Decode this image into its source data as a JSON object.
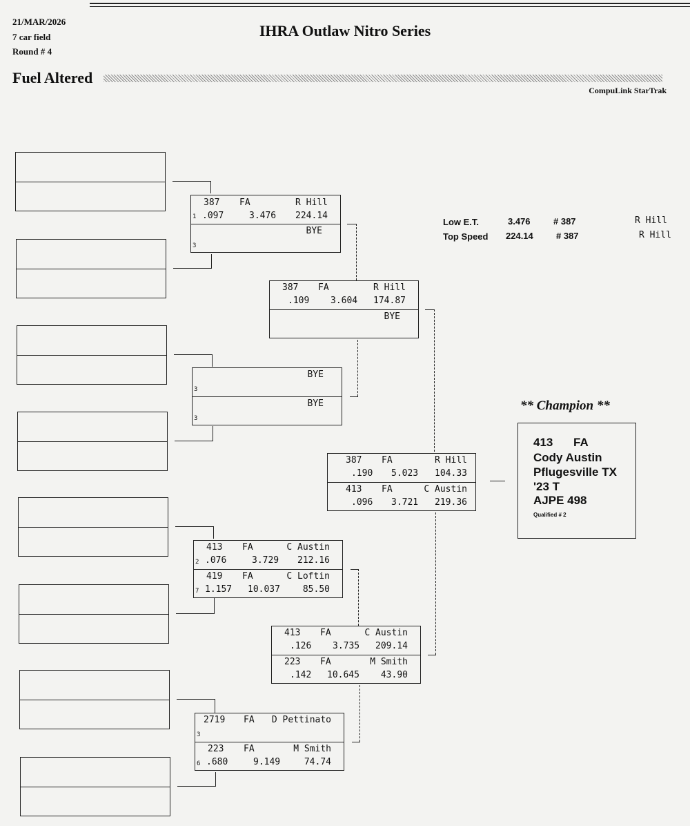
{
  "header": {
    "date": "21/MAR/2026",
    "field": "7 car field",
    "round": "Round # 4",
    "title": "IHRA Outlaw Nitro Series",
    "class_name": "Fuel Altered",
    "software": "CompuLink StarTrak"
  },
  "round2": [
    {
      "top": {
        "num": "387",
        "cls": "FA",
        "name": "R Hill",
        "seed": "1",
        "rt": ".097",
        "et": "3.476",
        "mph": "224.14"
      },
      "bottom": {
        "num": "",
        "cls": "",
        "name": "BYE",
        "seed": "3",
        "rt": "",
        "et": "",
        "mph": ""
      }
    },
    {
      "top": {
        "num": "",
        "cls": "",
        "name": "BYE",
        "seed": "3",
        "rt": "",
        "et": "",
        "mph": ""
      },
      "bottom": {
        "num": "",
        "cls": "",
        "name": "BYE",
        "seed": "3",
        "rt": "",
        "et": "",
        "mph": ""
      }
    },
    {
      "top": {
        "num": "413",
        "cls": "FA",
        "name": "C Austin",
        "seed": "2",
        "rt": ".076",
        "et": "3.729",
        "mph": "212.16"
      },
      "bottom": {
        "num": "419",
        "cls": "FA",
        "name": "C Loftin",
        "seed": "7",
        "rt": "1.157",
        "et": "10.037",
        "mph": "85.50"
      }
    },
    {
      "top": {
        "num": "2719",
        "cls": "FA",
        "name": "D Pettinato",
        "seed": "3",
        "rt": "",
        "et": "",
        "mph": ""
      },
      "bottom": {
        "num": "223",
        "cls": "FA",
        "name": "M Smith",
        "seed": "6",
        "rt": ".680",
        "et": "9.149",
        "mph": "74.74"
      }
    }
  ],
  "semis": [
    {
      "top": {
        "num": "387",
        "cls": "FA",
        "name": "R Hill",
        "rt": ".109",
        "et": "3.604",
        "mph": "174.87"
      },
      "bottom": {
        "num": "",
        "cls": "",
        "name": "BYE",
        "rt": "",
        "et": "",
        "mph": ""
      }
    },
    {
      "top": {
        "num": "413",
        "cls": "FA",
        "name": "C Austin",
        "rt": ".126",
        "et": "3.735",
        "mph": "209.14"
      },
      "bottom": {
        "num": "223",
        "cls": "FA",
        "name": "M Smith",
        "rt": ".142",
        "et": "10.645",
        "mph": "43.90"
      }
    }
  ],
  "final": {
    "top": {
      "num": "387",
      "cls": "FA",
      "name": "R Hill",
      "rt": ".190",
      "et": "5.023",
      "mph": "104.33"
    },
    "bottom": {
      "num": "413",
      "cls": "FA",
      "name": "C Austin",
      "rt": ".096",
      "et": "3.721",
      "mph": "219.36"
    }
  },
  "records": {
    "low_et": {
      "label": "Low  E.T.",
      "value": "3.476",
      "num": "# 387",
      "name": "R Hill"
    },
    "top_speed": {
      "label": "Top Speed",
      "value": "224.14",
      "num": "# 387",
      "name": "R Hill"
    }
  },
  "champion": {
    "label": "** Champion **",
    "num": "413",
    "cls": "FA",
    "driver": "Cody Austin",
    "hometown": "Pflugesville TX",
    "car": "'23 T",
    "engine": "AJPE  498",
    "qualified": "Qualified # 2"
  }
}
